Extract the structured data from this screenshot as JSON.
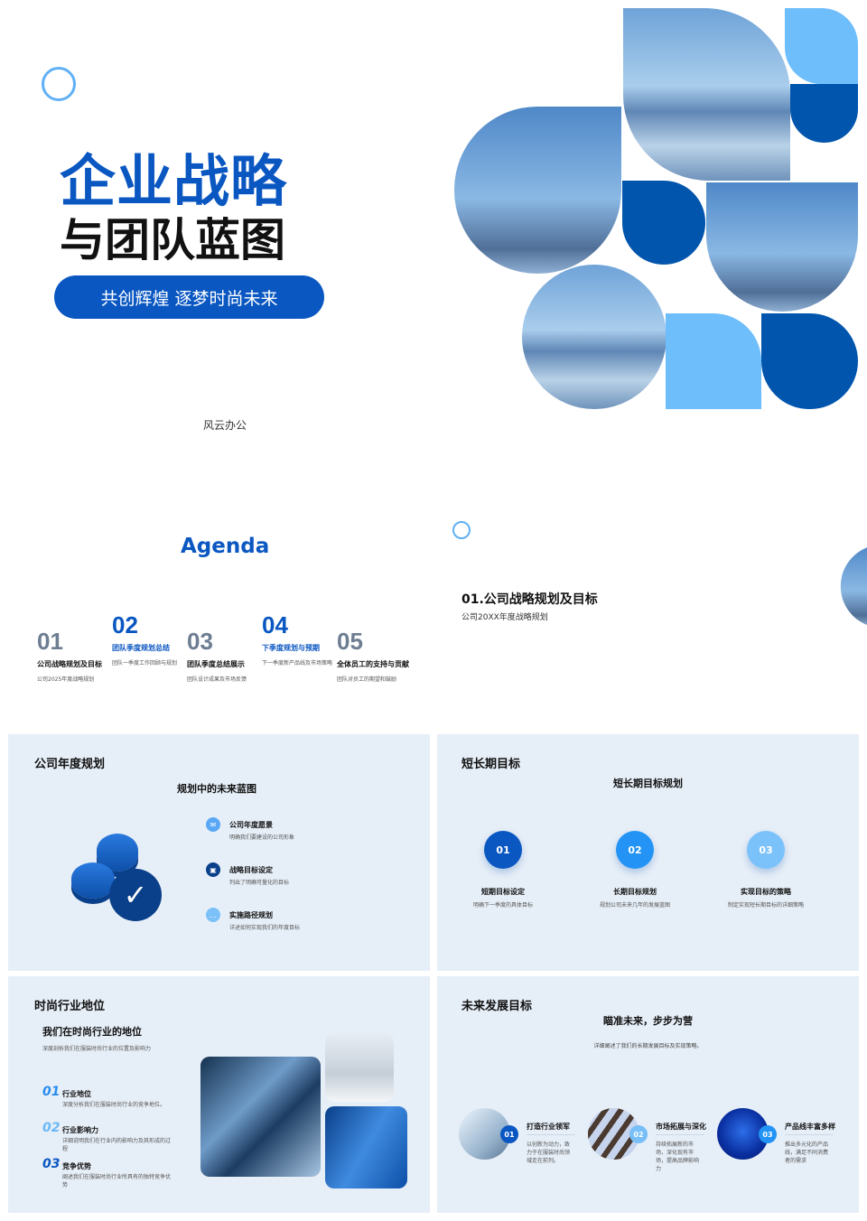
{
  "colors": {
    "accent": "#0155ad",
    "light": "#6fbefc",
    "panel": "#e6eef7"
  },
  "cover": {
    "title_line1": "企业战略",
    "title_line2": "与团队蓝图",
    "subtitle": "共创辉煌 逐梦时尚未来",
    "author": "风云办公"
  },
  "agenda": {
    "title": "Agenda",
    "items": [
      {
        "num": "01",
        "title": "公司战略规划及目标",
        "desc": "公司2025年度战略规划"
      },
      {
        "num": "02",
        "title": "团队季度规划总结",
        "desc": "团队一季度工作回顾与规划"
      },
      {
        "num": "03",
        "title": "团队季度总结展示",
        "desc": "团队设计成果及市场反馈"
      },
      {
        "num": "04",
        "title": "下季度规划与预期",
        "desc": "下一季度新产品线及市场策略"
      },
      {
        "num": "05",
        "title": "全体员工的支持与贡献",
        "desc": "团队对员工的期望和鼓励"
      }
    ]
  },
  "section": {
    "title": "01.公司战略规划及目标",
    "subtitle": "公司20XX年度战略规划"
  },
  "annual": {
    "title": "公司年度规划",
    "heading": "规划中的未来蓝图",
    "items": [
      {
        "icon": "mail-icon",
        "title": "公司年度愿景",
        "desc": "明确我们要建设的公司形象"
      },
      {
        "icon": "briefcase-icon",
        "title": "战略目标设定",
        "desc": "列出了明确可量化的目标"
      },
      {
        "icon": "chat-icon",
        "title": "实施路径规划",
        "desc": "详述如何实现我们的年度目标"
      }
    ]
  },
  "goals": {
    "title": "短长期目标",
    "heading": "短长期目标规划",
    "items": [
      {
        "num": "01",
        "title": "短期目标设定",
        "desc": "明确下一季度的具体目标"
      },
      {
        "num": "02",
        "title": "长期目标规划",
        "desc": "规划公司未来几年的发展蓝图"
      },
      {
        "num": "03",
        "title": "实现目标的策略",
        "desc": "制定实现短长期目标的详细策略"
      }
    ]
  },
  "industry": {
    "title": "时尚行业地位",
    "heading": "我们在时尚行业的地位",
    "subheading": "深度剖析我们在服装时尚行业的位置及影响力",
    "items": [
      {
        "num": "01",
        "title": "行业地位",
        "desc": "深度分析我们在服装时尚行业的竞争地位。"
      },
      {
        "num": "02",
        "title": "行业影响力",
        "desc": "详细说明我们在行业内的影响力及其形成的过程"
      },
      {
        "num": "03",
        "title": "竞争优势",
        "desc": "阐述我们在服装时尚行业所具有的独特竞争优势"
      }
    ]
  },
  "future": {
    "title": "未来发展目标",
    "heading": "瞄准未来，步步为营",
    "subheading": "详细阐述了我们的长期发展目标及实现策略。",
    "items": [
      {
        "num": "01",
        "title": "打造行业领军",
        "desc": "以创新为动力，致力于在服装时尚领域走在前列。"
      },
      {
        "num": "02",
        "title": "市场拓展与深化",
        "desc": "持续拓展新的市场，深化现有市场，提高品牌影响力"
      },
      {
        "num": "03",
        "title": "产品线丰富多样",
        "desc": "推出多元化的产品线，满足不同消费者的需求"
      }
    ]
  }
}
